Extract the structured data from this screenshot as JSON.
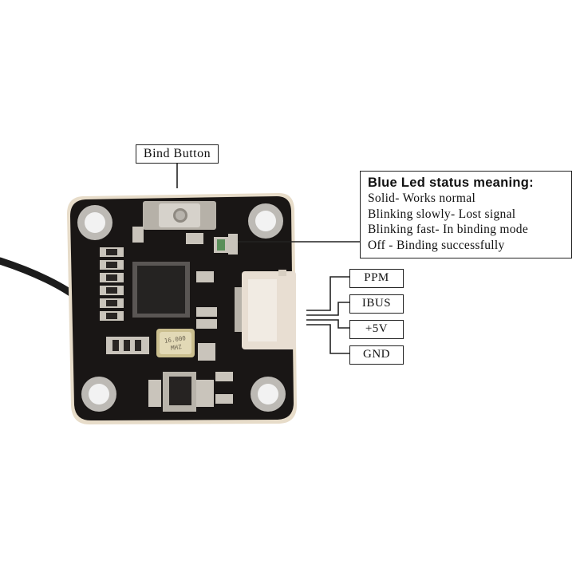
{
  "labels": {
    "bind_button": "Bind  Button",
    "legend": {
      "title": "Blue Led status meaning:",
      "lines": [
        "Solid- Works normal",
        "Blinking slowly- Lost signal",
        "Blinking fast- In binding mode",
        "Off - Binding successfully"
      ]
    },
    "pins": [
      "PPM",
      "IBUS",
      "+5V",
      "GND"
    ]
  },
  "board": {
    "crystal_text": "16.000\nMHZ"
  },
  "colors": {
    "pcb": "#1a1716",
    "pad": "#c9c4bb",
    "connector": "#e8ded2",
    "crystal": "#d9cfa8"
  }
}
